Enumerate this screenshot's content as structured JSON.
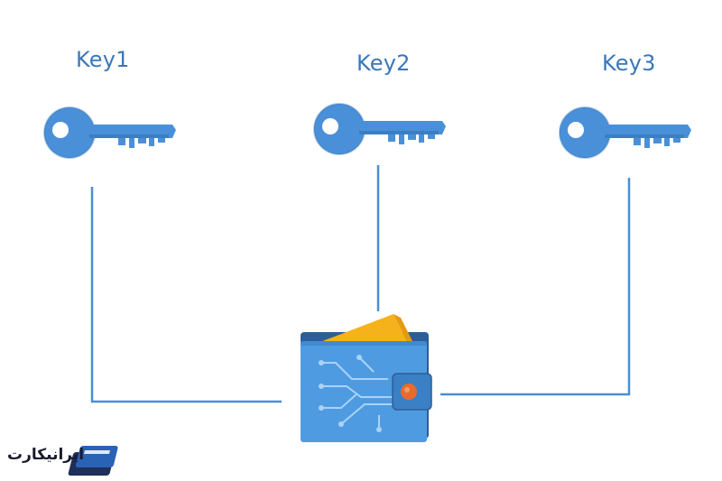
{
  "keys": [
    {
      "label": "Key1"
    },
    {
      "label": "Key2"
    },
    {
      "label": "Key3"
    }
  ],
  "brand": {
    "name": "ایرانیکارت",
    "logo_icon": "card-stack-logo-icon"
  },
  "colors": {
    "key_blue": "#4a90d9",
    "key_shadow": "#2f6fb3",
    "key_hole": "#ffffff",
    "line_blue": "#4a8fd6",
    "label_blue": "#3a78b9",
    "wallet_front": "#4f9be2",
    "wallet_back": "#2c5f97",
    "wallet_flap": "#3b7fc4",
    "card_yellow": "#f6b21b",
    "clasp_orange": "#e86b2d",
    "circuit": "#a9d3f7",
    "brand_dark": "#1a1a2e"
  },
  "icons": {
    "key": "key-icon",
    "wallet": "wallet-icon"
  }
}
